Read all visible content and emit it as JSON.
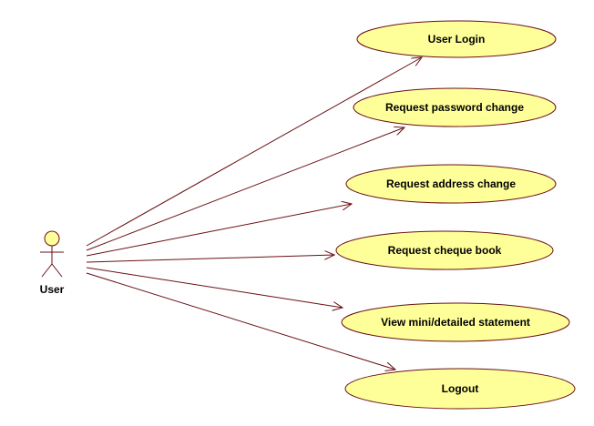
{
  "colors": {
    "usecase_fill": "#ffff99",
    "line": "#6b0f14",
    "text": "#000000"
  },
  "actor": {
    "label": "User"
  },
  "use_cases": [
    {
      "label": "User Login"
    },
    {
      "label": "Request password change"
    },
    {
      "label": "Request address change"
    },
    {
      "label": "Request cheque book"
    },
    {
      "label": "View mini/detailed statement"
    },
    {
      "label": "Logout"
    }
  ]
}
